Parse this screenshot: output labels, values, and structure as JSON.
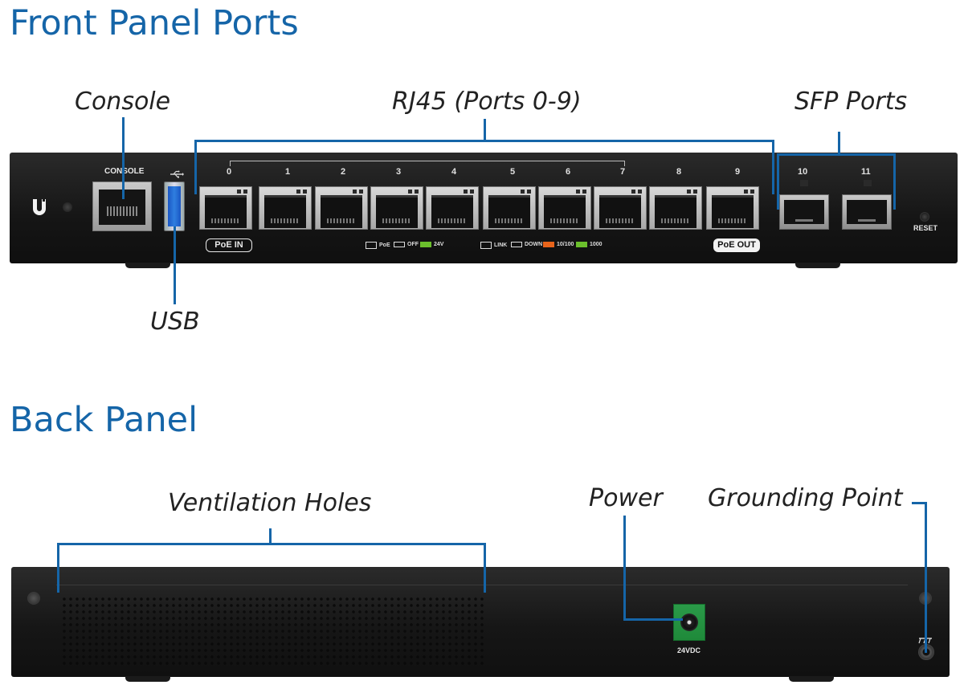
{
  "front": {
    "title": "Front Panel Ports",
    "callouts": {
      "console": "Console",
      "rj45": "RJ45 (Ports 0-9)",
      "sfp": "SFP Ports",
      "usb": "USB"
    },
    "labels": {
      "console": "CONSOLE",
      "reset": "RESET",
      "poe_in": "PoE IN",
      "poe_out": "PoE OUT"
    },
    "ports": [
      "0",
      "1",
      "2",
      "3",
      "4",
      "5",
      "6",
      "7",
      "8",
      "9"
    ],
    "sfp_ports": [
      "10",
      "11"
    ],
    "legend": {
      "poe": "PoE",
      "off": "OFF",
      "v24": "24V",
      "link": "LINK",
      "down": "DOWN",
      "speed_100": "10/100",
      "speed_1000": "1000"
    }
  },
  "back": {
    "title": "Back Panel",
    "callouts": {
      "vent": "Ventilation Holes",
      "power": "Power",
      "ground": "Grounding Point"
    },
    "labels": {
      "power_jack": "24VDC"
    }
  },
  "colors": {
    "title_blue": "#1565a8",
    "led_green": "#6bbf2c",
    "led_orange": "#e8641b",
    "power_jack_green": "#1f8a3a"
  }
}
